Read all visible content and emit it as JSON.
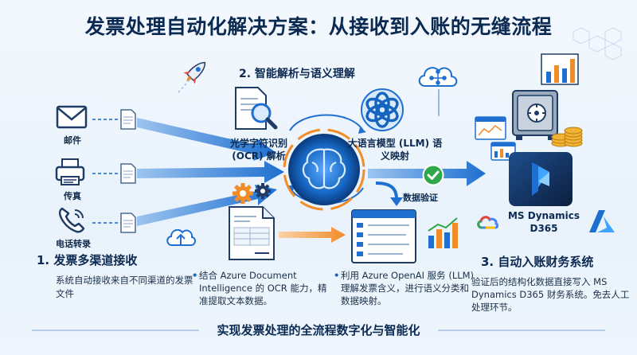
{
  "title": "发票处理自动化解决方案：从接收到入账的无缝流程",
  "channels": [
    {
      "label": "邮件",
      "icon": "envelope-icon"
    },
    {
      "label": "传真",
      "icon": "fax-icon"
    },
    {
      "label": "电话转录",
      "icon": "phone-icon"
    }
  ],
  "step1": {
    "title": "1. 发票多渠道接收",
    "desc": "系统自动接收来自不同渠道的发票文件"
  },
  "step2": {
    "title": "2. 智能解析与语义理解",
    "ocr_label": "光学字符识别 (OCR) 解析",
    "llm_label": "大语言模型 (LLM) 语义映射",
    "verify_label": "数据验证",
    "bullet1": "结合 Azure Document Intelligence 的 OCR 能力，精准提取文本数据。",
    "bullet2": "利用 Azure OpenAI 服务 (LLM) 理解发票含义，进行语义分类和数据映射。"
  },
  "step3": {
    "title": "3. 自动入账财务系统",
    "desc": "验证后的结构化数据直接写入 MS Dynamics D365 财务系统。免去人工处理环节。",
    "product_label": "MS Dynamics D365"
  },
  "footer": "实现发票处理的全流程数字化与智能化",
  "colors": {
    "primary": "#1565c0",
    "arrow": "#1e6fd0",
    "orange": "#f28c28",
    "green": "#2ea84a",
    "dark": "#0b2a52"
  }
}
